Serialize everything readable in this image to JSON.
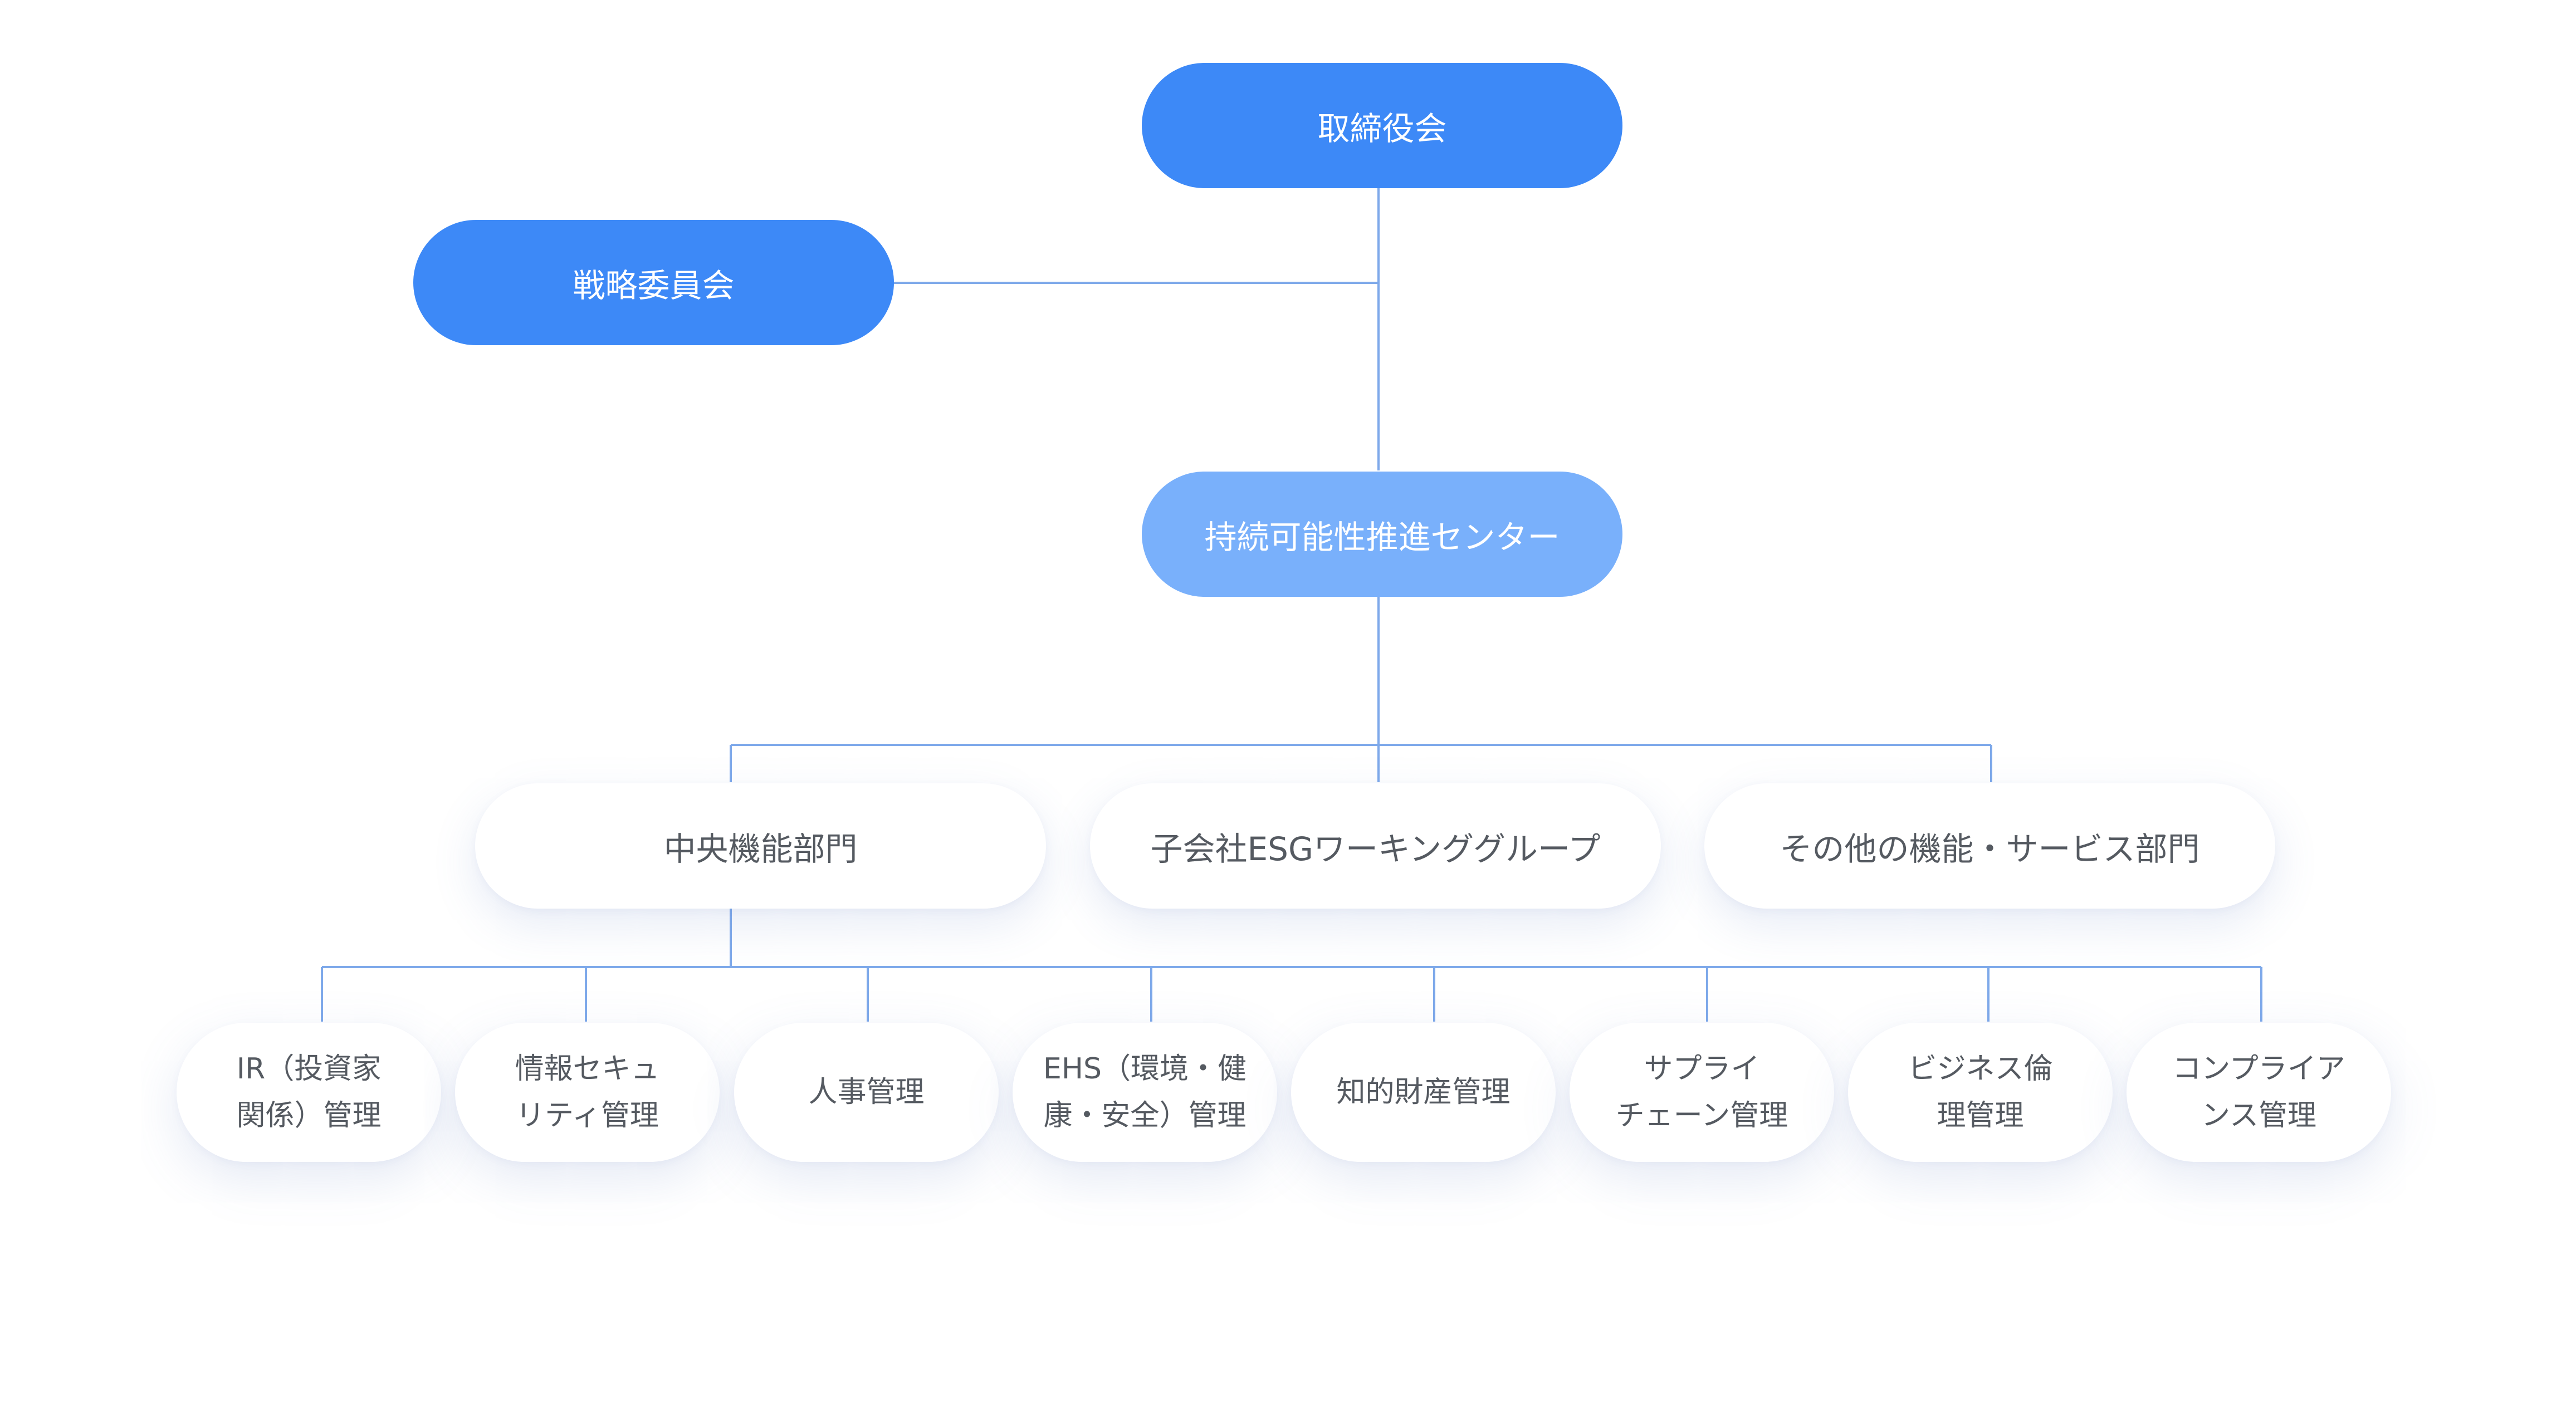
{
  "colors": {
    "primary": "#3d89f7",
    "secondary": "#79b0fb",
    "connector": "#7ea9ea",
    "node_text_dark": "#555a61",
    "node_text_light": "#ffffff"
  },
  "org": {
    "board": "取締役会",
    "strategy_committee": "戦略委員会",
    "sustainability_center": "持続可能性推進センター",
    "groups": [
      "中央機能部門",
      "子会社ESGワーキンググループ",
      "その他の機能・サービス部門"
    ],
    "functions": [
      {
        "line1": "IR（投資家",
        "line2": "関係）管理"
      },
      {
        "line1": "情報セキュ",
        "line2": "リティ管理"
      },
      {
        "line1": "人事管理",
        "line2": ""
      },
      {
        "line1": "EHS（環境・健",
        "line2": "康・安全）管理"
      },
      {
        "line1": "知的財産管理",
        "line2": ""
      },
      {
        "line1": "サプライ",
        "line2": "チェーン管理"
      },
      {
        "line1": "ビジネス倫",
        "line2": "理管理"
      },
      {
        "line1": "コンプライア",
        "line2": "ンス管理"
      }
    ]
  }
}
